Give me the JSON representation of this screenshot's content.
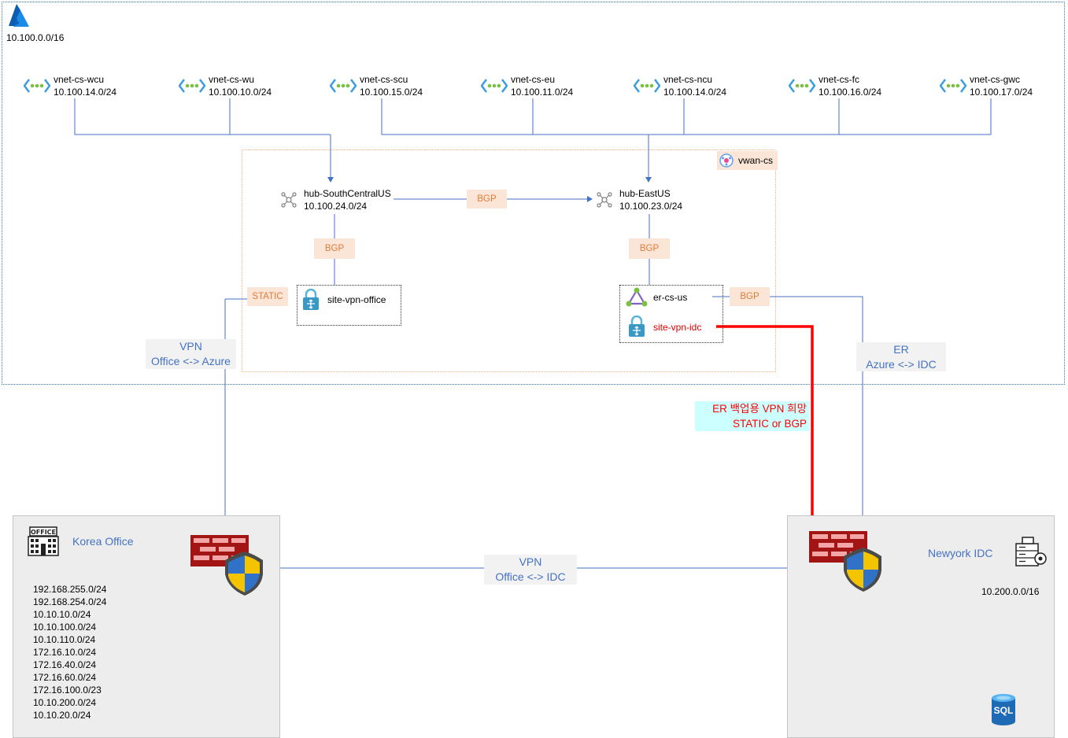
{
  "azure": {
    "cidr": "10.100.0.0/16",
    "logo_icon": "azure-logo-icon"
  },
  "vnets": [
    {
      "name": "vnet-cs-wcu",
      "cidr": "10.100.14.0/24"
    },
    {
      "name": "vnet-cs-wu",
      "cidr": "10.100.10.0/24"
    },
    {
      "name": "vnet-cs-scu",
      "cidr": "10.100.15.0/24"
    },
    {
      "name": "vnet-cs-eu",
      "cidr": "10.100.11.0/24"
    },
    {
      "name": "vnet-cs-ncu",
      "cidr": "10.100.14.0/24"
    },
    {
      "name": "vnet-cs-fc",
      "cidr": "10.100.16.0/24"
    },
    {
      "name": "vnet-cs-gwc",
      "cidr": "10.100.17.0/24"
    }
  ],
  "vwan": {
    "name": "vwan-cs"
  },
  "hubs": [
    {
      "name": "hub-SouthCentralUS",
      "cidr": "10.100.24.0/24"
    },
    {
      "name": "hub-EastUS",
      "cidr": "10.100.23.0/24"
    }
  ],
  "tags": {
    "bgp_hubs": "BGP",
    "bgp_scu": "BGP",
    "bgp_eus": "BGP",
    "static_office": "STATIC",
    "bgp_er": "BGP"
  },
  "sites": {
    "office_vpn": "site-vpn-office",
    "er": "er-cs-us",
    "idc_vpn": "site-vpn-idc"
  },
  "links": {
    "vpn_office_azure": {
      "line1": "VPN",
      "line2": "Office <-> Azure"
    },
    "er_azure_idc": {
      "line1": "ER",
      "line2": "Azure <-> IDC"
    },
    "vpn_office_idc": {
      "line1": "VPN",
      "line2": "Office <-> IDC"
    }
  },
  "note": {
    "line1": "ER 백업용 VPN 희망",
    "line2": "STATIC or BGP"
  },
  "office": {
    "name": "Korea Office",
    "icon_text": "OFFICE",
    "cidrs": [
      "192.168.255.0/24",
      "192.168.254.0/24",
      "10.10.10.0/24",
      "10.10.100.0/24",
      "10.10.110.0/24",
      "172.16.10.0/24",
      "172.16.40.0/24",
      "172.16.60.0/24",
      "172.16.100.0/23",
      "10.10.200.0/24",
      "10.10.20.0/24"
    ]
  },
  "idc": {
    "name": "Newyork IDC",
    "cidr": "10.200.0.0/16",
    "db_label": "SQL"
  },
  "colors": {
    "azure_border": "#2f75b5",
    "line_blue": "#4472c4",
    "tag_bg": "#fbe5d6",
    "tag_text": "#e07b3a",
    "vwan_border": "#f4b183",
    "red_link": "#ff0000",
    "note_bg": "#ccffff"
  }
}
